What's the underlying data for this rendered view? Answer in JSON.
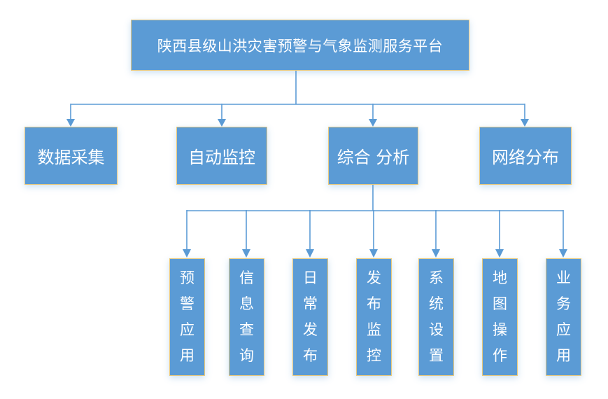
{
  "diagram": {
    "root": {
      "label": "陕西县级山洪灾害预警与气象监测服务平台"
    },
    "level2": [
      {
        "label": "数据采集"
      },
      {
        "label": "自动监控"
      },
      {
        "label": "综合 分析"
      },
      {
        "label": "网络分布"
      }
    ],
    "level3": [
      {
        "label": "预警应用"
      },
      {
        "label": "信息查询"
      },
      {
        "label": "日常发布"
      },
      {
        "label": "发布监控"
      },
      {
        "label": "系统设置"
      },
      {
        "label": "地图操作"
      },
      {
        "label": "业务应用"
      }
    ]
  },
  "colors": {
    "node_fill": "#5B9BD5",
    "node_border": "#E8C97E",
    "connector": "#5B9BD5",
    "text": "#FFFFFF",
    "background": "#FFFFFF"
  }
}
